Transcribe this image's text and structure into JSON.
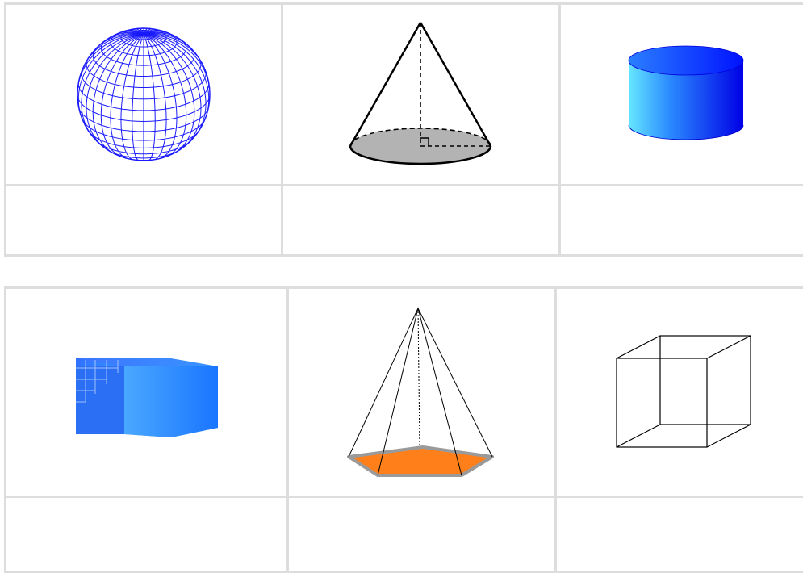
{
  "top_grid": {
    "shapes": [
      {
        "id": "sphere",
        "icon": "sphere-wireframe-icon",
        "color": "#0000ff",
        "label": ""
      },
      {
        "id": "cone",
        "icon": "cone-icon",
        "color": "#b3b3b3",
        "label": ""
      },
      {
        "id": "cylinder",
        "icon": "cylinder-icon",
        "color": "#0033ff",
        "label": ""
      }
    ]
  },
  "bottom_grid": {
    "shapes": [
      {
        "id": "rectangular-prism",
        "icon": "rectangular-prism-icon",
        "color": "#2a7fff",
        "label": ""
      },
      {
        "id": "pentagonal-pyramid",
        "icon": "pentagonal-pyramid-icon",
        "color": "#ff7f1a",
        "label": ""
      },
      {
        "id": "cube",
        "icon": "cube-wireframe-icon",
        "color": "#000000",
        "label": ""
      }
    ]
  }
}
